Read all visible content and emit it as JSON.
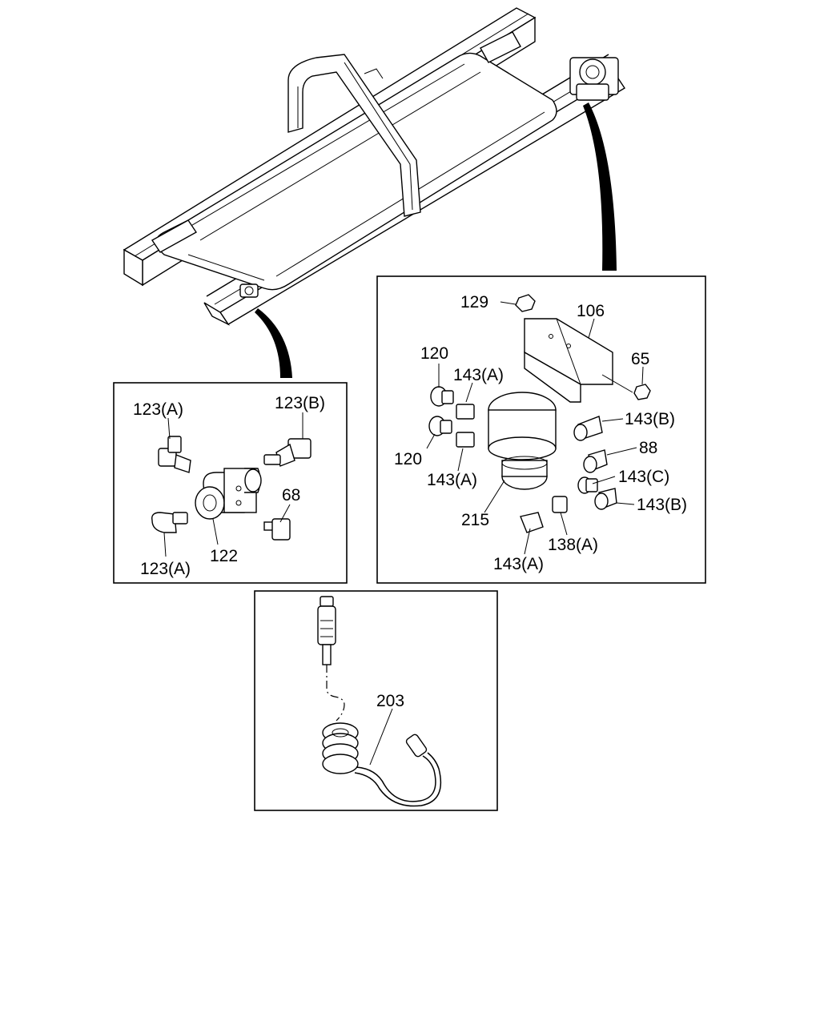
{
  "diagram": {
    "frame_view": {
      "labels": []
    },
    "detail_left": {
      "labels": {
        "l1": "123(A)",
        "l2": "123(B)",
        "l3": "68",
        "l4": "122",
        "l5": "123(A)"
      }
    },
    "detail_right": {
      "labels": {
        "l1": "129",
        "l2": "106",
        "l3": "65",
        "l4": "120",
        "l5": "143(A)",
        "l6": "143(B)",
        "l7": "88",
        "l8": "120",
        "l9": "143(A)",
        "l10": "143(C)",
        "l11": "143(B)",
        "l12": "215",
        "l13": "138(A)",
        "l14": "143(A)"
      }
    },
    "detail_bottom": {
      "labels": {
        "l1": "203"
      }
    }
  }
}
